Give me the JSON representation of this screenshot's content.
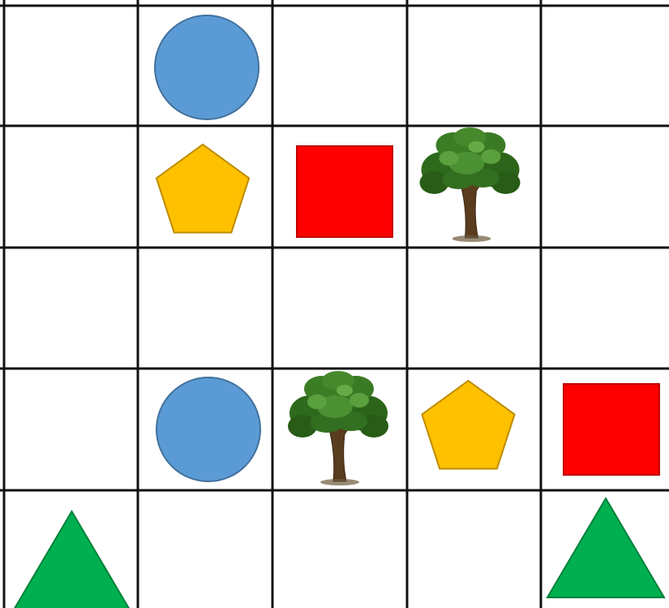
{
  "grid": {
    "rows": 5,
    "cols": 5
  },
  "colors": {
    "circle_fill": "#5b9bd5",
    "circle_stroke": "#41719c",
    "pentagon_fill": "#ffc000",
    "pentagon_stroke": "#bc8c00",
    "square_fill": "#ff0000",
    "square_stroke": "#c00000",
    "triangle_fill": "#00b050",
    "triangle_stroke": "#00803a",
    "grid_line": "#111111"
  },
  "pieces": [
    {
      "row": 0,
      "col": 1,
      "type": "circle"
    },
    {
      "row": 1,
      "col": 1,
      "type": "pentagon"
    },
    {
      "row": 1,
      "col": 2,
      "type": "square"
    },
    {
      "row": 1,
      "col": 3,
      "type": "tree"
    },
    {
      "row": 3,
      "col": 1,
      "type": "circle"
    },
    {
      "row": 3,
      "col": 2,
      "type": "tree"
    },
    {
      "row": 3,
      "col": 3,
      "type": "pentagon"
    },
    {
      "row": 3,
      "col": 4,
      "type": "square"
    },
    {
      "row": 4,
      "col": 0,
      "type": "triangle"
    },
    {
      "row": 4,
      "col": 4,
      "type": "triangle"
    }
  ]
}
